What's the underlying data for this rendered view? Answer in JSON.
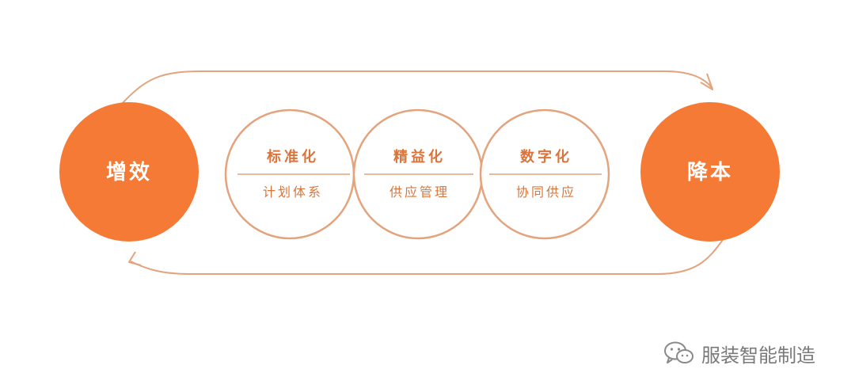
{
  "colors": {
    "primary": "#f47a36",
    "outline": "#e3a37c",
    "mid_text": "#d9743a",
    "watermark": "#7a7a7a"
  },
  "left_node": {
    "label": "增效"
  },
  "right_node": {
    "label": "降本"
  },
  "stages": [
    {
      "title": "标准化",
      "subtitle": "计划体系"
    },
    {
      "title": "精益化",
      "subtitle": "供应管理"
    },
    {
      "title": "数字化",
      "subtitle": "协同供应"
    }
  ],
  "watermark": {
    "icon": "wechat-icon",
    "text": "服装智能制造"
  }
}
